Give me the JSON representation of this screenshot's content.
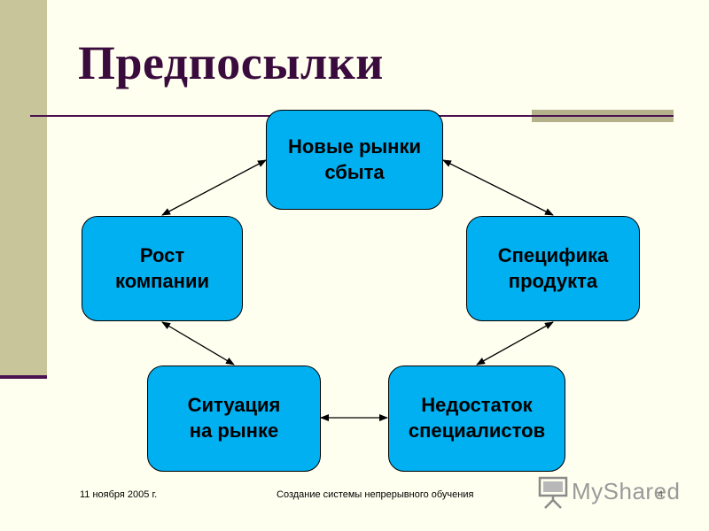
{
  "slide": {
    "title": "Предпосылки"
  },
  "diagram": {
    "nodes": {
      "top": "Новые рынки\nсбыта",
      "left": "Рост\nкомпании",
      "right": "Специфика\nпродукта",
      "bottom_left": "Ситуация\nна рынке",
      "bottom_right": "Недостаток\nспециалистов"
    },
    "edges": [
      [
        "top",
        "left"
      ],
      [
        "top",
        "right"
      ],
      [
        "left",
        "bottom_left"
      ],
      [
        "right",
        "bottom_right"
      ],
      [
        "bottom_left",
        "bottom_right"
      ]
    ],
    "node_color": "#00b0f0"
  },
  "footer": {
    "date": "11 ноября 2005 г.",
    "center": "Создание системы непрерывного обучения",
    "page_number": "4"
  },
  "logo": {
    "text": "MyShared",
    "icon": "presentation-board-icon"
  }
}
